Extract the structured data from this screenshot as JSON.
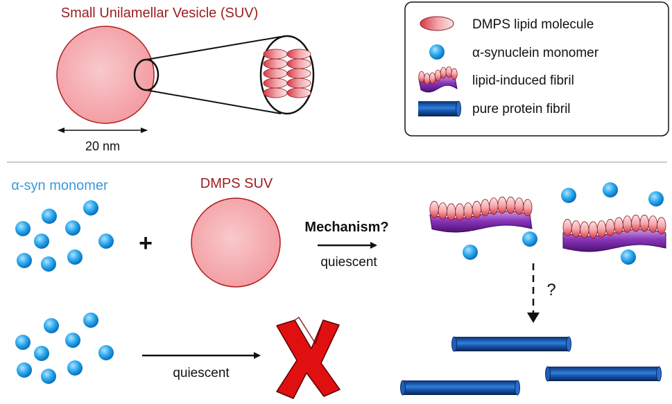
{
  "colors": {
    "title_red": "#9b1c1c",
    "monomer_blue": "#2aa0e6",
    "label_blue": "#3a9ad9",
    "vesicle_fill": "#f4a3a8",
    "vesicle_stroke": "#b01c1c",
    "lipid_fill": "#e98a92",
    "fibril_purple": "#8a35b8",
    "protein_fibril_blue": "#1a5bb5",
    "cross_red": "#e01010",
    "text_black": "#111111",
    "divider_gray": "#bbbbbb"
  },
  "top": {
    "title": "Small Unilamellar Vesicle (SUV)",
    "scale_label": "20 nm"
  },
  "legend": {
    "items": [
      {
        "icon": "lipid-molecule-icon",
        "label": "DMPS lipid molecule"
      },
      {
        "icon": "monomer-icon",
        "label": "α-synuclein monomer"
      },
      {
        "icon": "lipid-induced-fibril-icon",
        "label": "lipid-induced fibril"
      },
      {
        "icon": "pure-protein-fibril-icon",
        "label": "pure protein fibril"
      }
    ]
  },
  "reaction": {
    "monomer_label": "α-syn monomer",
    "plus": "+",
    "suv_label": "DMPS SUV",
    "mechanism_label": "Mechanism?",
    "condition_top": "quiescent",
    "question_mark": "?",
    "condition_bottom": "quiescent"
  }
}
